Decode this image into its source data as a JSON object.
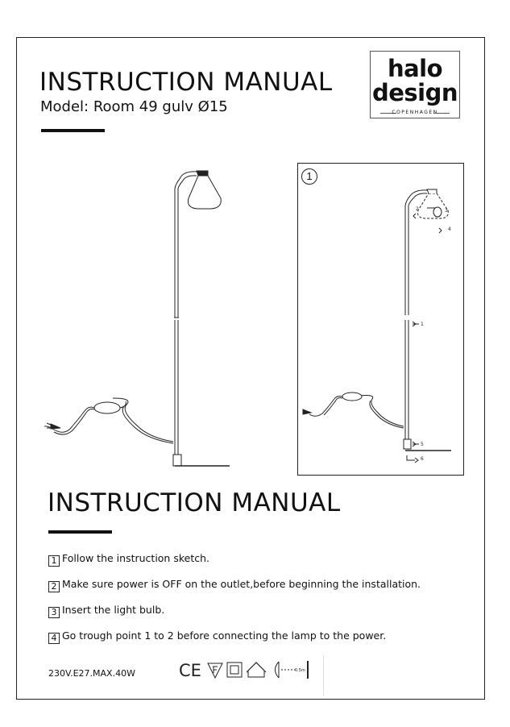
{
  "header": {
    "title": "INSTRUCTION MANUAL",
    "model": "Model: Room 49 gulv Ø15"
  },
  "logo": {
    "line1": "halo",
    "line2": "design",
    "line3": "COPENHAGEN"
  },
  "sketch": {
    "step_number": "1",
    "callouts": [
      "1",
      "2",
      "3",
      "4",
      "5",
      "6"
    ]
  },
  "section": {
    "title": "INSTRUCTION MANUAL"
  },
  "steps": [
    {
      "num": "1",
      "text": "Follow the instruction sketch."
    },
    {
      "num": "2",
      "text": "Make sure power is OFF on the outlet,before beginning the installation."
    },
    {
      "num": "3",
      "text": "Insert the light bulb."
    },
    {
      "num": "4",
      "text": "Go trough point 1 to 2 before connecting the lamp to the power."
    }
  ],
  "footer": {
    "rating": "230V.E27.MAX.40W",
    "ce_mark": "CE",
    "distance_label": "0.5m",
    "icons": [
      "ce-mark-icon",
      "f-mark-icon",
      "class-ii-icon",
      "indoor-use-icon",
      "distance-icon"
    ]
  }
}
